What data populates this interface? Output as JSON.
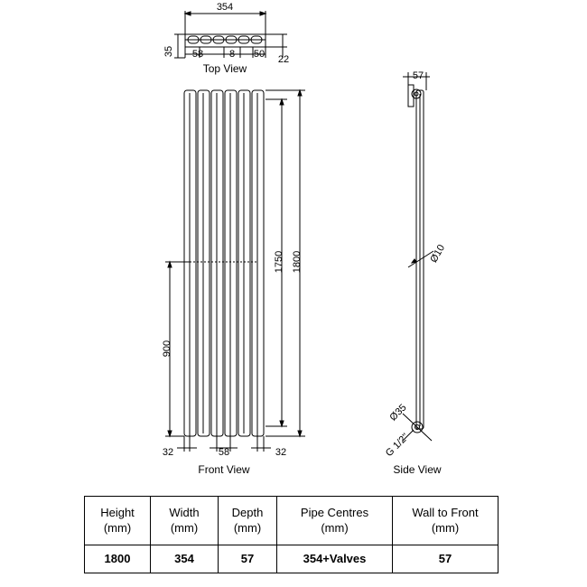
{
  "views": {
    "top": "Top View",
    "front": "Front View",
    "side": "Side View"
  },
  "dimensions": {
    "top_width": "354",
    "top_depth": "35",
    "top_left_offset": "58",
    "top_gap": "8",
    "top_right_offset": "50",
    "top_right_depth": "22",
    "front_height_inner": "1750",
    "front_height_total": "1800",
    "front_pipe_height": "900",
    "front_left_edge": "32",
    "front_right_edge": "32",
    "front_column_pitch": "58",
    "side_depth": "57",
    "side_tube_dia": "Ø10",
    "side_pipe_dia": "Ø35",
    "side_thread": "G 1/2\""
  },
  "spec_table": {
    "headers": [
      [
        "Height",
        "(mm)"
      ],
      [
        "Width",
        "(mm)"
      ],
      [
        "Depth",
        "(mm)"
      ],
      [
        "Pipe Centres",
        "(mm)"
      ],
      [
        "Wall to Front",
        "(mm)"
      ]
    ],
    "values": [
      "1800",
      "354",
      "57",
      "354+Valves",
      "57"
    ]
  }
}
